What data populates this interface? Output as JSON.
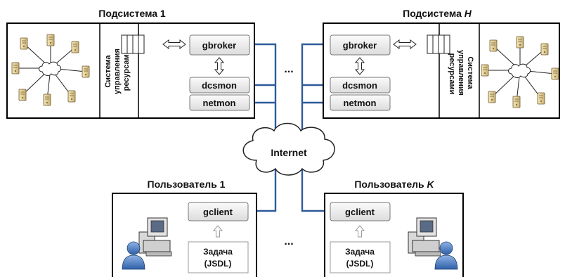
{
  "subsystems": [
    {
      "title": "Подсистема 1",
      "rms_label_lines": [
        "Система",
        "управления",
        "ресурсами"
      ]
    },
    {
      "title_prefix": "Подсистема ",
      "title_var": "H",
      "rms_label_lines": [
        "Система",
        "управления",
        "ресурсами"
      ]
    }
  ],
  "components": {
    "gbroker": "gbroker",
    "dcsmon": "dcsmon",
    "netmon": "netmon",
    "gclient": "gclient"
  },
  "internet_label": "Internet",
  "ellipsis": "...",
  "users": [
    {
      "title": "Пользователь 1",
      "task_lines": [
        "Задача",
        "(JSDL)"
      ]
    },
    {
      "title_prefix": "Пользователь ",
      "title_var": "K",
      "task_lines": [
        "Задача",
        "(JSDL)"
      ]
    }
  ],
  "colors": {
    "line": "#2e5a9a",
    "frame": "#000000",
    "box_fill": "#eeeeee",
    "arrow_fill": "#ffffff"
  },
  "icons": [
    "server-icon",
    "cloud-icon",
    "computer-icon",
    "user-icon",
    "queue-icon",
    "double-arrow-icon"
  ]
}
